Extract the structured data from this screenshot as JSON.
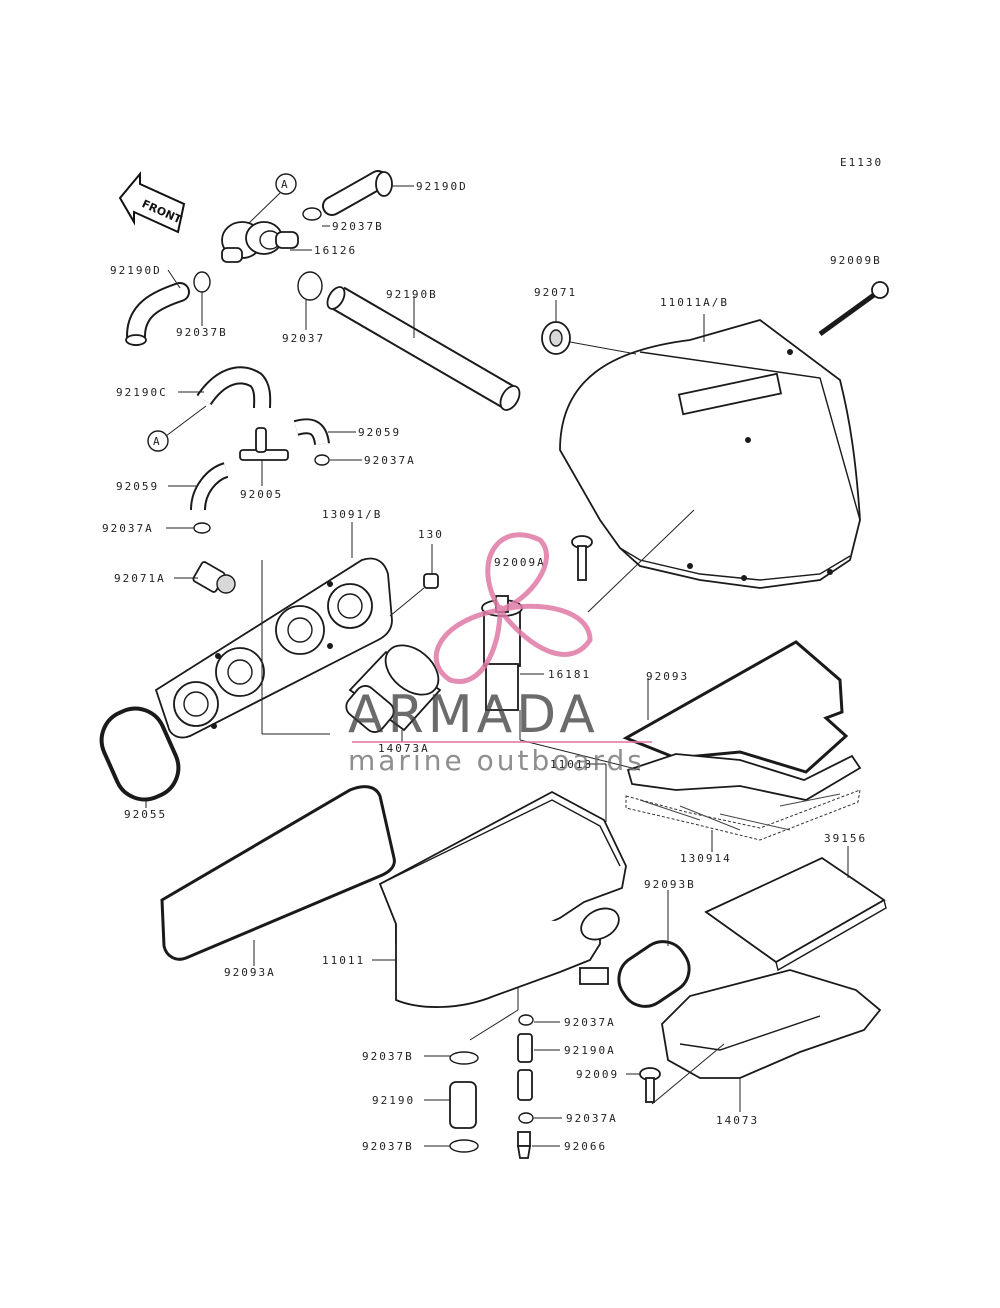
{
  "diagram_code": "E1130",
  "front_label": "FRONT",
  "callout_a": "A",
  "watermark": {
    "brand": "ARMADA",
    "tagline": "marine outboards",
    "accent": "#e07aa6"
  },
  "parts": {
    "p92190D_top": "92190D",
    "p92037B_top": "92037B",
    "p16126": "16126",
    "p92190D_left": "92190D",
    "p92037B_left": "92037B",
    "p92037": "92037",
    "p92190B": "92190B",
    "p92071": "92071",
    "p11011AB": "11011A/B",
    "p92009B": "92009B",
    "p92190C": "92190C",
    "p92059_r": "92059",
    "p92037A_mid": "92037A",
    "p92059_l": "92059",
    "p92005": "92005",
    "p92037A_left": "92037A",
    "p13091B": "13091/B",
    "p130": "130",
    "p92009A": "92009A",
    "p92071A": "92071A",
    "p16181": "16181",
    "p92093": "92093",
    "p14073A": "14073A",
    "p11013": "11013",
    "p92055": "92055",
    "p130914": "130914",
    "p39156": "39156",
    "p92093B": "92093B",
    "p11011": "11011",
    "p92093A": "92093A",
    "p92037A_b1": "92037A",
    "p92037B_b1": "92037B",
    "p92190A": "92190A",
    "p92009": "92009",
    "p92190": "92190",
    "p92037A_b2": "92037A",
    "p14073": "14073",
    "p92037B_b2": "92037B",
    "p92066": "92066"
  }
}
